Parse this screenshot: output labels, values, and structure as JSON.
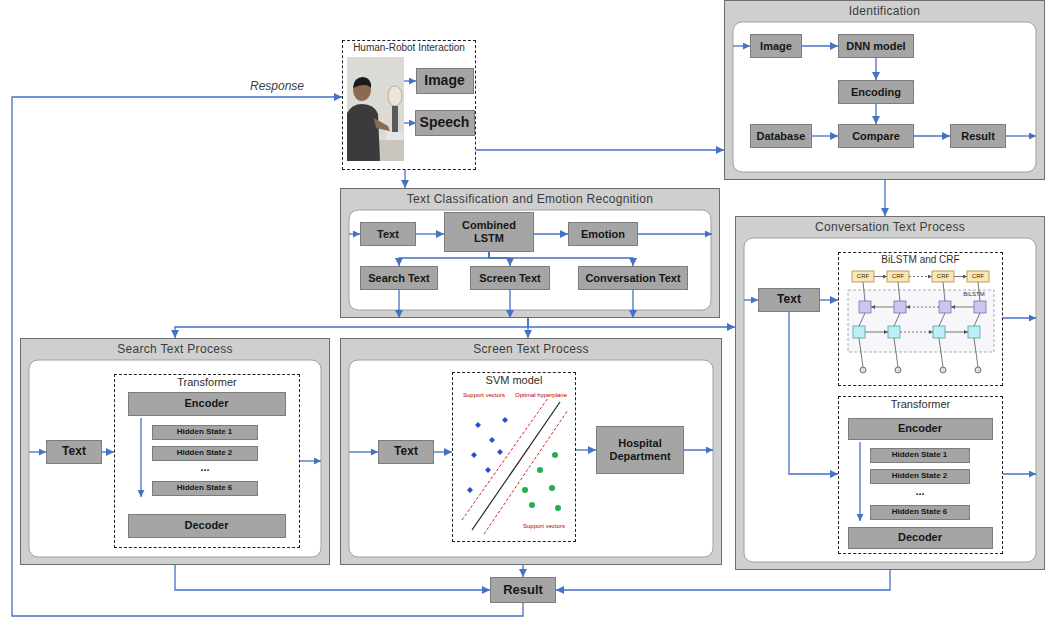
{
  "diagram": {
    "nodes": [
      {
        "text": [
          "Human-Robot Interaction"
        ]
      },
      {
        "text": [
          "Image"
        ],
        "in": 0
      },
      {
        "text": [
          "Speech"
        ],
        "in": 0
      },
      {
        "text": [
          "Identification"
        ]
      },
      {
        "text": [
          "Image"
        ],
        "in": 3
      },
      {
        "text": [
          "DNN model"
        ],
        "in": 3
      },
      {
        "text": [
          "Encoding"
        ],
        "in": 3
      },
      {
        "text": [
          "Database"
        ],
        "in": 3
      },
      {
        "text": [
          "Compare"
        ],
        "in": 3
      },
      {
        "text": [
          "Result"
        ],
        "in": 3
      },
      {
        "text": [
          "Text Classification and Emotion Recognition"
        ]
      },
      {
        "text": [
          "Text"
        ],
        "in": 10
      },
      {
        "text": [
          "Combined LSTM"
        ],
        "in": 10
      },
      {
        "text": [
          "Emotion"
        ],
        "in": 10
      },
      {
        "text": [
          "Search Text"
        ],
        "in": 10
      },
      {
        "text": [
          "Screen Text"
        ],
        "in": 10
      },
      {
        "text": [
          "Conversation Text"
        ],
        "in": 10
      },
      {
        "text": [
          "Conversation Text Process"
        ]
      },
      {
        "text": [
          "Text"
        ],
        "in": 17
      },
      {
        "text": [
          "BiLSTM and CRF"
        ],
        "in": 17
      },
      {
        "text": [
          "Transformer"
        ],
        "in": 17
      },
      {
        "text": [
          "Encoder"
        ],
        "in": 20
      },
      {
        "text": [
          "Hidden State 1"
        ],
        "in": 20
      },
      {
        "text": [
          "Hidden State 2"
        ],
        "in": 20
      },
      {
        "text": [
          "Hidden State 6"
        ],
        "in": 20
      },
      {
        "text": [
          "Decoder"
        ],
        "in": 20
      },
      {
        "text": [
          "Search Text Process"
        ]
      },
      {
        "text": [
          "Text"
        ],
        "in": 26
      },
      {
        "text": [
          "Transformer"
        ],
        "in": 26
      },
      {
        "text": [
          "Encoder"
        ],
        "in": 28
      },
      {
        "text": [
          "Hidden State 1"
        ],
        "in": 28
      },
      {
        "text": [
          "Hidden State 2"
        ],
        "in": 28
      },
      {
        "text": [
          "Hidden State 6"
        ],
        "in": 28
      },
      {
        "text": [
          "Decoder"
        ],
        "in": 28
      },
      {
        "text": [
          "Screen Text Process"
        ]
      },
      {
        "text": [
          "Text"
        ],
        "in": 34
      },
      {
        "text": [
          "SVM model"
        ],
        "in": 34
      },
      {
        "text": [
          "Hospital Department"
        ],
        "in": 34
      },
      {
        "text": [
          "Result"
        ]
      }
    ],
    "edges": [
      {
        "from": 0,
        "to": 3,
        "arrow": "to"
      },
      {
        "from": 0,
        "to": 10,
        "arrow": "to"
      },
      {
        "from": 4,
        "to": 5,
        "arrow": "to"
      },
      {
        "from": 5,
        "to": 6,
        "arrow": "to"
      },
      {
        "from": 6,
        "to": 8,
        "arrow": "to"
      },
      {
        "from": 7,
        "to": 8,
        "arrow": "to"
      },
      {
        "from": 8,
        "to": 9,
        "arrow": "to"
      },
      {
        "from": 3,
        "to": 17,
        "arrow": "to"
      },
      {
        "from": 11,
        "to": 12,
        "arrow": "to"
      },
      {
        "from": 12,
        "to": 13,
        "arrow": "to"
      },
      {
        "from": 12,
        "to": 14,
        "arrow": "to"
      },
      {
        "from": 12,
        "to": 15,
        "arrow": "to"
      },
      {
        "from": 12,
        "to": 16,
        "arrow": "to"
      },
      {
        "from": 14,
        "to": 10,
        "arrow": "to"
      },
      {
        "from": 15,
        "to": 10,
        "arrow": "to"
      },
      {
        "from": 16,
        "to": 10,
        "arrow": "to"
      },
      {
        "from": 10,
        "to": 26,
        "arrow": "to"
      },
      {
        "from": 10,
        "to": 34,
        "arrow": "to"
      },
      {
        "from": 10,
        "to": 17,
        "arrow": "to"
      },
      {
        "from": 18,
        "to": 19,
        "arrow": "to"
      },
      {
        "from": 18,
        "to": 20,
        "arrow": "to"
      },
      {
        "from": 27,
        "to": 28,
        "arrow": "to"
      },
      {
        "from": 35,
        "to": 36,
        "arrow": "to"
      },
      {
        "from": 36,
        "to": 37,
        "arrow": "to"
      },
      {
        "from": 26,
        "to": 38,
        "arrow": "to"
      },
      {
        "from": 34,
        "to": 38,
        "arrow": "to"
      },
      {
        "from": 17,
        "to": 38,
        "arrow": "to"
      },
      {
        "from": 38,
        "to": 0,
        "label": "Response",
        "arrow": "to"
      }
    ],
    "labels": [
      "CRF",
      "CRF",
      "CRF",
      "CRF",
      "BiLSTM",
      "Support vectors",
      "Optimal hyperplane",
      "...",
      "...",
      "Support vectors"
    ]
  }
}
